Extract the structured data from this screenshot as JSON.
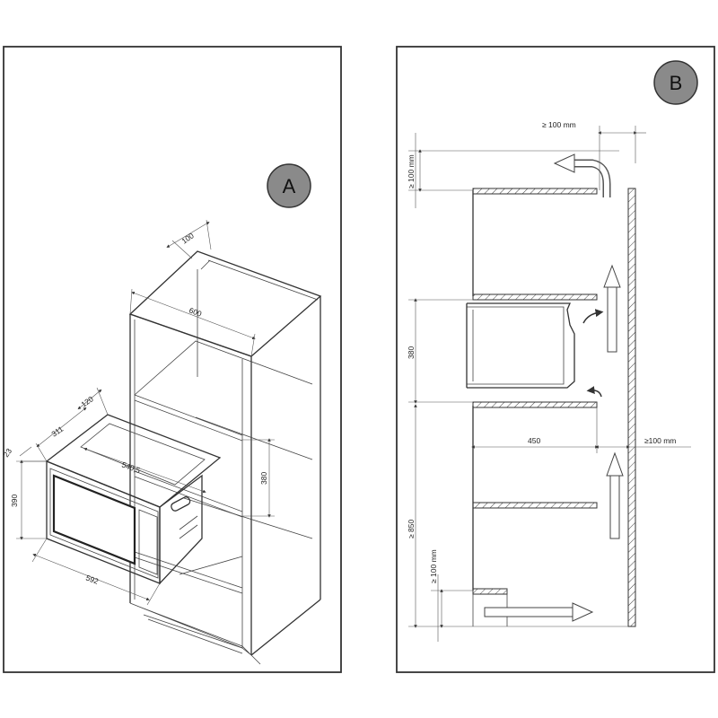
{
  "panel_a": {
    "badge": "A",
    "dimensions": {
      "top_depth": "100",
      "cabinet_width": "600",
      "depth_120": "120",
      "depth_311": "311",
      "frame_23": "23",
      "inner_width": "540,5",
      "oven_height": "390",
      "niche_height": "380",
      "oven_width": "592"
    }
  },
  "panel_b": {
    "badge": "B",
    "labels": {
      "top_gap": "≥ 100  mm",
      "left_top_gap": "≥ 100 mm",
      "niche_height": "380",
      "shelf_depth": "450",
      "rear_gap": "≥100 mm",
      "base_height": "≥  850",
      "bottom_gap": "≥ 100  mm"
    }
  },
  "colors": {
    "badge_fill": "#8a8a8a",
    "line": "#333333"
  }
}
